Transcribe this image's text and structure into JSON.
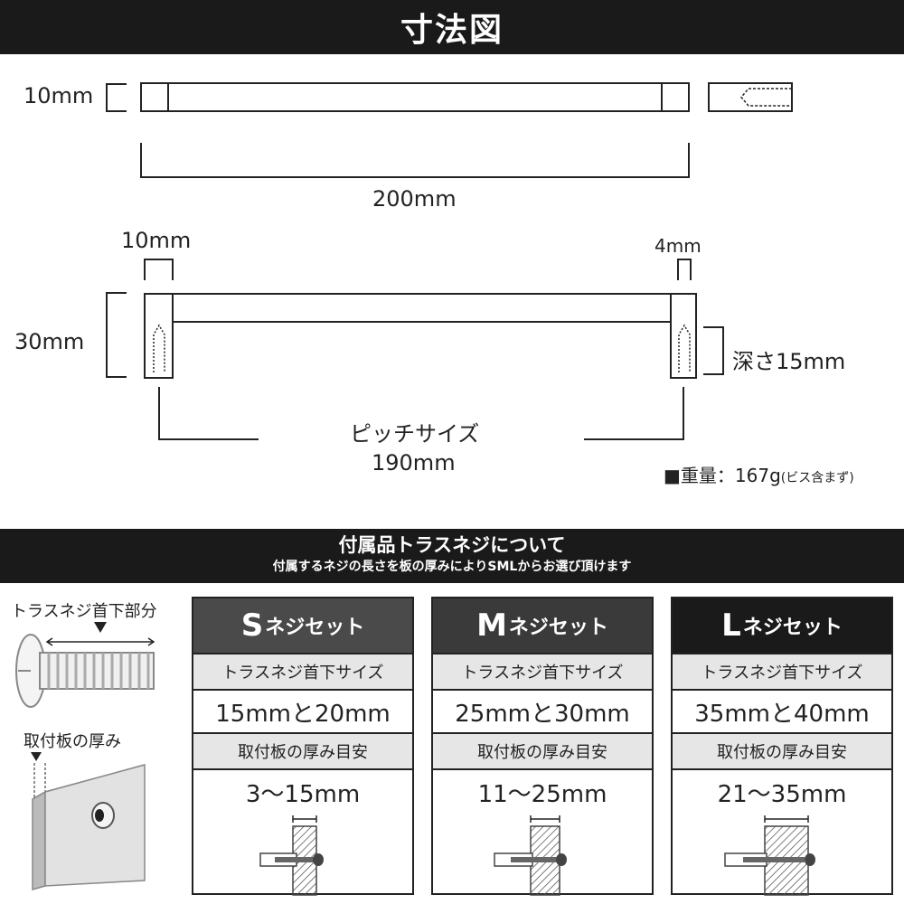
{
  "header": {
    "title": "寸法図"
  },
  "dimensions": {
    "top_height": "10mm",
    "total_length": "200mm",
    "end_width": "10mm",
    "small_width": "4mm",
    "side_height": "30mm",
    "depth": "深さ15mm",
    "pitch_label": "ピッチサイズ",
    "pitch_value": "190mm"
  },
  "weight": {
    "label": "■重量：167g",
    "note": "(ビス含まず)"
  },
  "accessory": {
    "title": "付属品トラスネジについて",
    "subtitle": "付属するネジの長さを板の厚みによりSMLからお選び頂けます"
  },
  "left_labels": {
    "screw_length": "トラスネジ首下部分",
    "board_thickness": "取付板の厚み"
  },
  "sets": [
    {
      "letter": "S",
      "suffix": "ネジセット",
      "head_color": "#4a4a4a",
      "size_label": "トラスネジ首下サイズ",
      "size_value": "15mmと20mm",
      "thickness_label": "取付板の厚み目安",
      "thickness_value": "3〜15mm"
    },
    {
      "letter": "M",
      "suffix": "ネジセット",
      "head_color": "#3a3a3a",
      "size_label": "トラスネジ首下サイズ",
      "size_value": "25mmと30mm",
      "thickness_label": "取付板の厚み目安",
      "thickness_value": "11〜25mm"
    },
    {
      "letter": "L",
      "suffix": "ネジセット",
      "head_color": "#1a1a1a",
      "size_label": "トラスネジ首下サイズ",
      "size_value": "35mmと40mm",
      "thickness_label": "取付板の厚み目安",
      "thickness_value": "21〜35mm"
    }
  ]
}
